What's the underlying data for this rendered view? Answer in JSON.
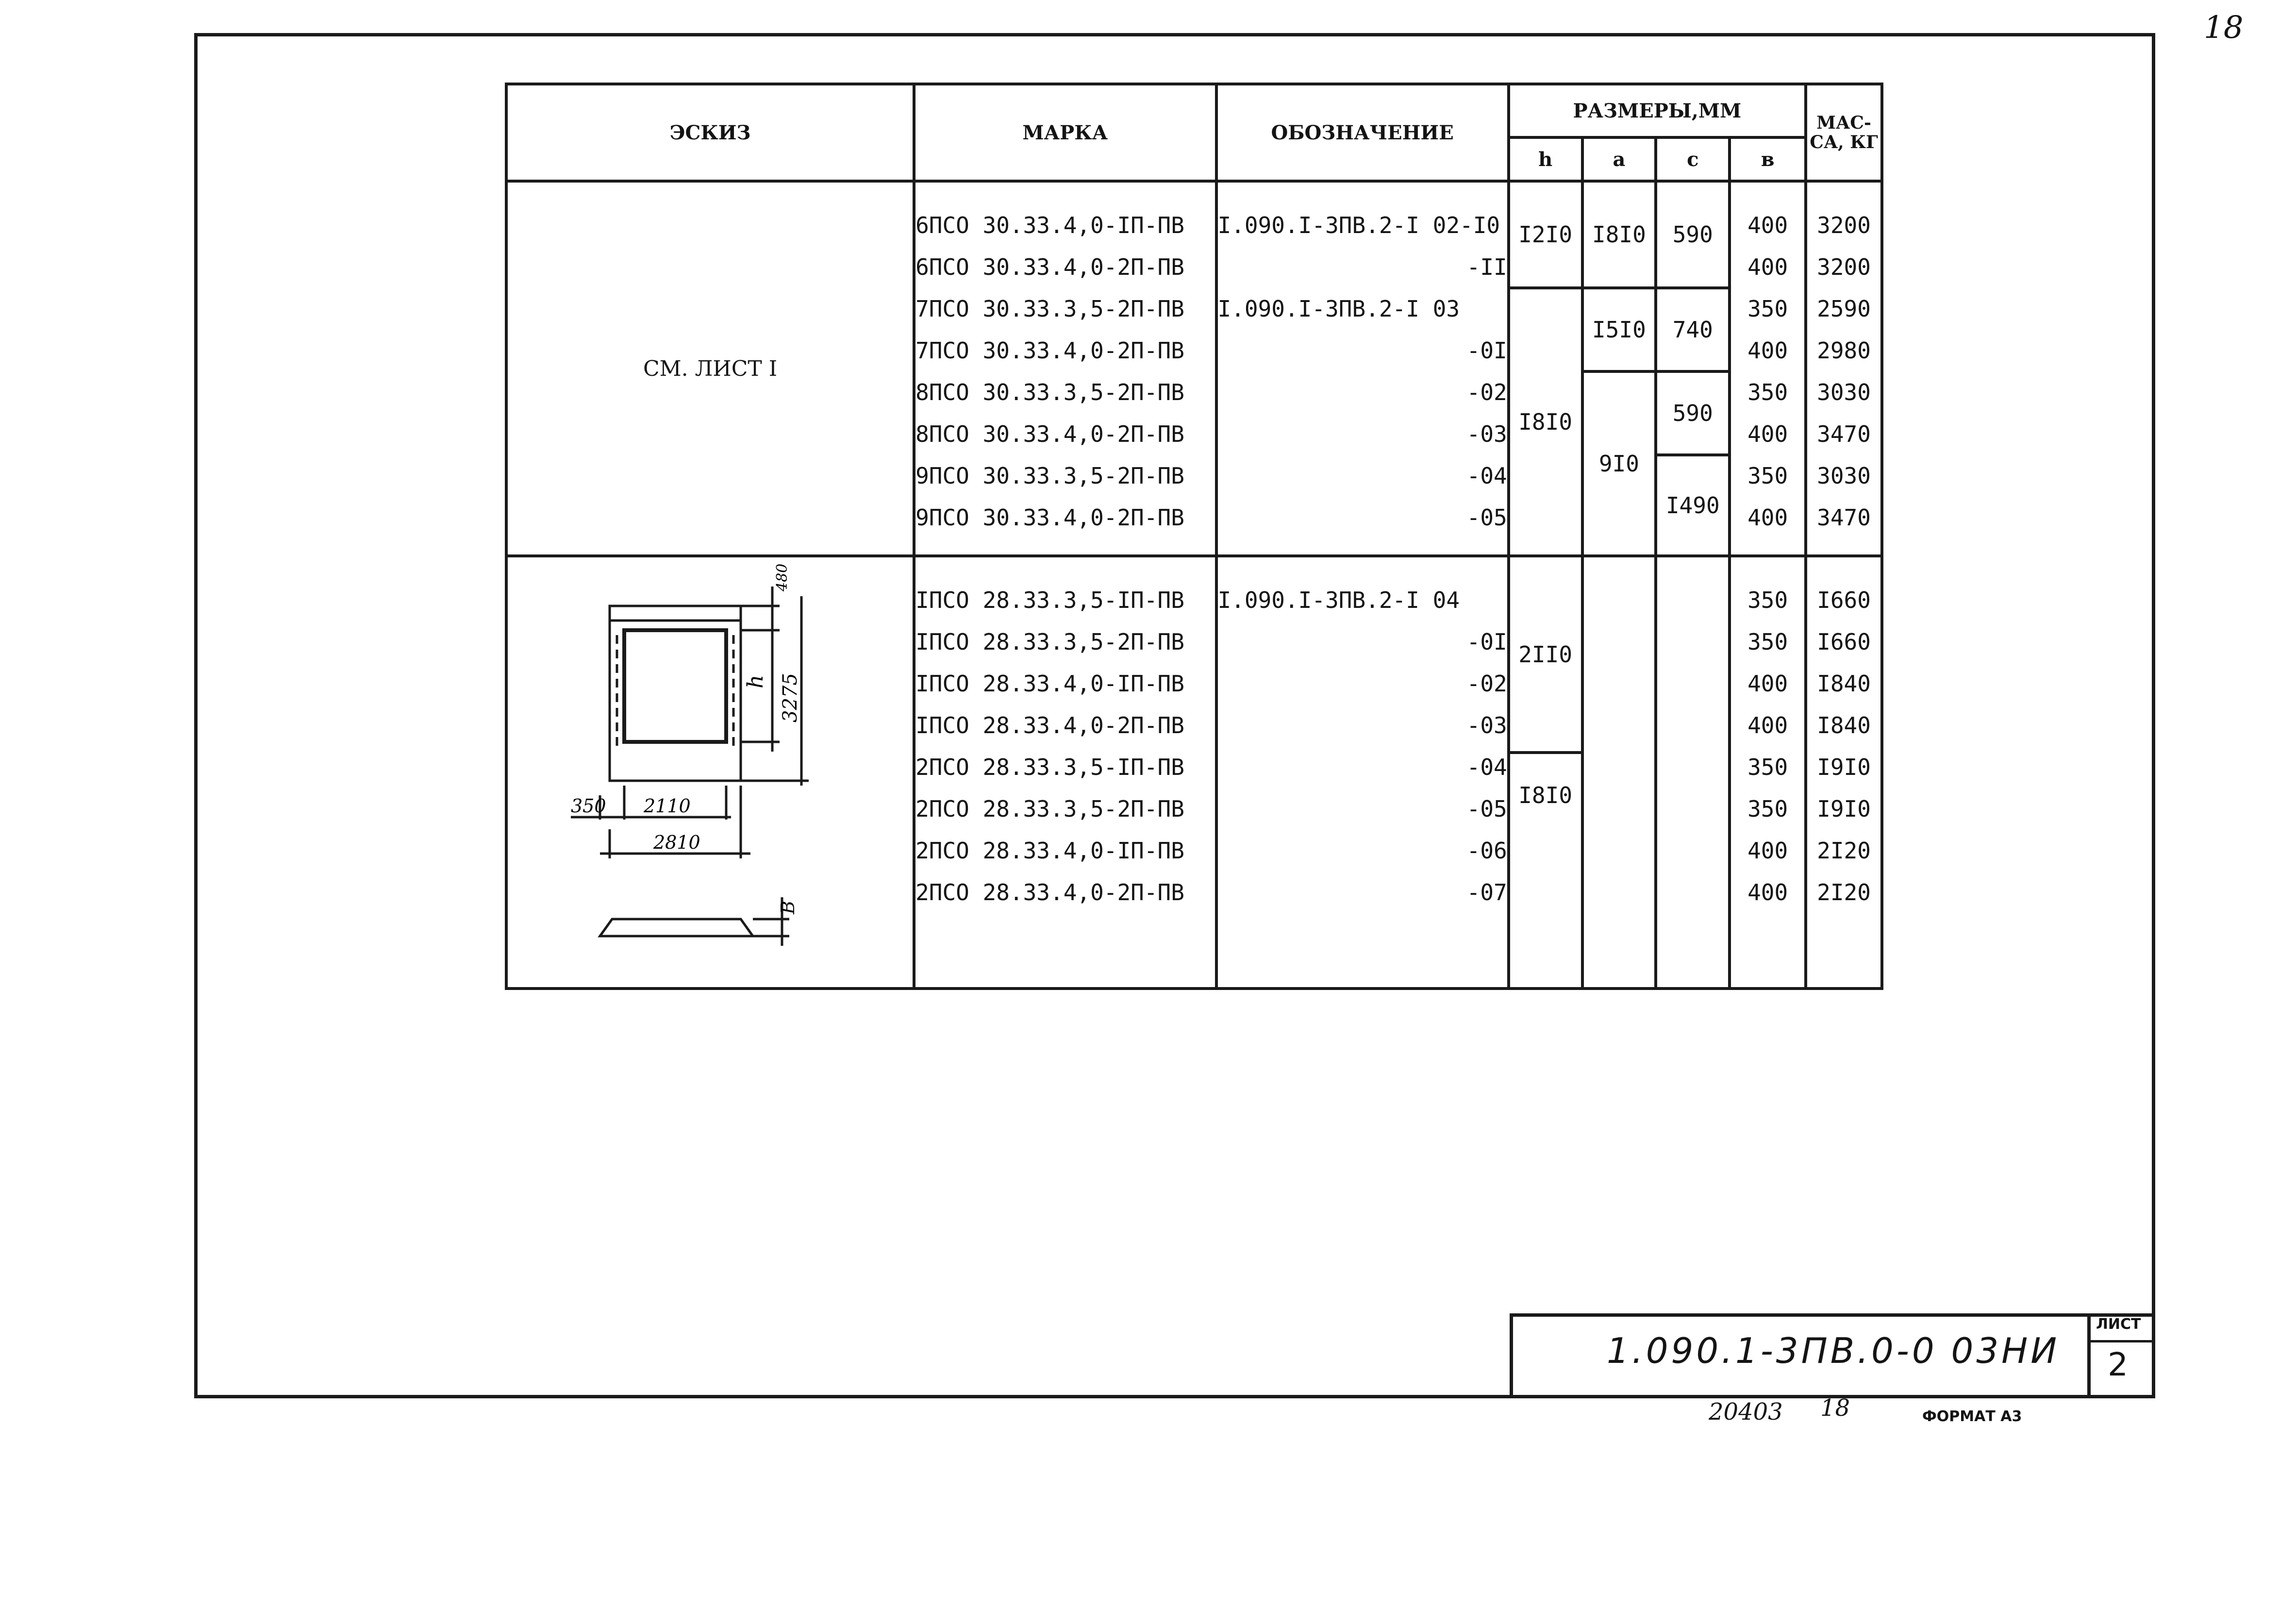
{
  "sheet_number_corner": "18",
  "table": {
    "headers": {
      "sketch": "ЭСКИЗ",
      "mark": "МАРКА",
      "designation": "ОБОЗНАЧЕНИЕ",
      "dimensions": "РАЗМЕРЫ,ММ",
      "h": "h",
      "a": "a",
      "c": "c",
      "b": "в",
      "mass": "МАС-СА, КГ"
    },
    "group1": {
      "sketch_ref": "СМ. ЛИСТ I",
      "rows": [
        {
          "mark": "6ПСО 30.33.4,0-IП-ПВ",
          "des": "I.090.I-3ПВ.2-I 02-I0",
          "b": "400",
          "mass": "3200"
        },
        {
          "mark": "6ПСО 30.33.4,0-2П-ПВ",
          "des": "-II",
          "b": "400",
          "mass": "3200"
        },
        {
          "mark": "7ПСО 30.33.3,5-2П-ПВ",
          "des": "I.090.I-3ПВ.2-I 03",
          "b": "350",
          "mass": "2590"
        },
        {
          "mark": "7ПСО 30.33.4,0-2П-ПВ",
          "des": "-0I",
          "b": "400",
          "mass": "2980"
        },
        {
          "mark": "8ПСО 30.33.3,5-2П-ПВ",
          "des": "-02",
          "b": "350",
          "mass": "3030"
        },
        {
          "mark": "8ПСО 30.33.4,0-2П-ПВ",
          "des": "-03",
          "b": "400",
          "mass": "3470"
        },
        {
          "mark": "9ПСО 30.33.3,5-2П-ПВ",
          "des": "-04",
          "b": "350",
          "mass": "3030"
        },
        {
          "mark": "9ПСО 30.33.4,0-2П-ПВ",
          "des": "-05",
          "b": "400",
          "mass": "3470"
        }
      ],
      "h_a": "I2I0",
      "a_a": "I8I0",
      "c_a": "590",
      "h_b": "I8I0",
      "a_b1": "I5I0",
      "c_b1": "740",
      "a_b2": "9I0",
      "c_b2": "590",
      "c_b3": "I490"
    },
    "group2": {
      "rows": [
        {
          "mark": "IПСО 28.33.3,5-IП-ПВ",
          "des": "I.090.I-3ПВ.2-I 04",
          "b": "350",
          "mass": "I660"
        },
        {
          "mark": "IПСО 28.33.3,5-2П-ПВ",
          "des": "-0I",
          "b": "350",
          "mass": "I660"
        },
        {
          "mark": "IПСО 28.33.4,0-IП-ПВ",
          "des": "-02",
          "b": "400",
          "mass": "I840"
        },
        {
          "mark": "IПСО 28.33.4,0-2П-ПВ",
          "des": "-03",
          "b": "400",
          "mass": "I840"
        },
        {
          "mark": "2ПСО 28.33.3,5-IП-ПВ",
          "des": "-04",
          "b": "350",
          "mass": "I9I0"
        },
        {
          "mark": "2ПСО 28.33.3,5-2П-ПВ",
          "des": "-05",
          "b": "350",
          "mass": "I9I0"
        },
        {
          "mark": "2ПСО 28.33.4,0-IП-ПВ",
          "des": "-06",
          "b": "400",
          "mass": "2I20"
        },
        {
          "mark": "2ПСО 28.33.4,0-2П-ПВ",
          "des": "-07",
          "b": "400",
          "mass": "2I20"
        }
      ],
      "h_a": "2II0",
      "h_b": "I8I0",
      "sketch_dims": {
        "d1": "350",
        "d2": "2110",
        "d3": "2810",
        "d4": "h",
        "d5": "3275",
        "d6": "480",
        "d7": "В"
      }
    }
  },
  "title_block": {
    "code": "1.090.1-3ПВ.0-0 03НИ",
    "sheet_label": "ЛИСТ",
    "sheet_no": "2",
    "inv_no": "20403",
    "inv_no2": "18",
    "format": "ФОРМАТ А3"
  }
}
